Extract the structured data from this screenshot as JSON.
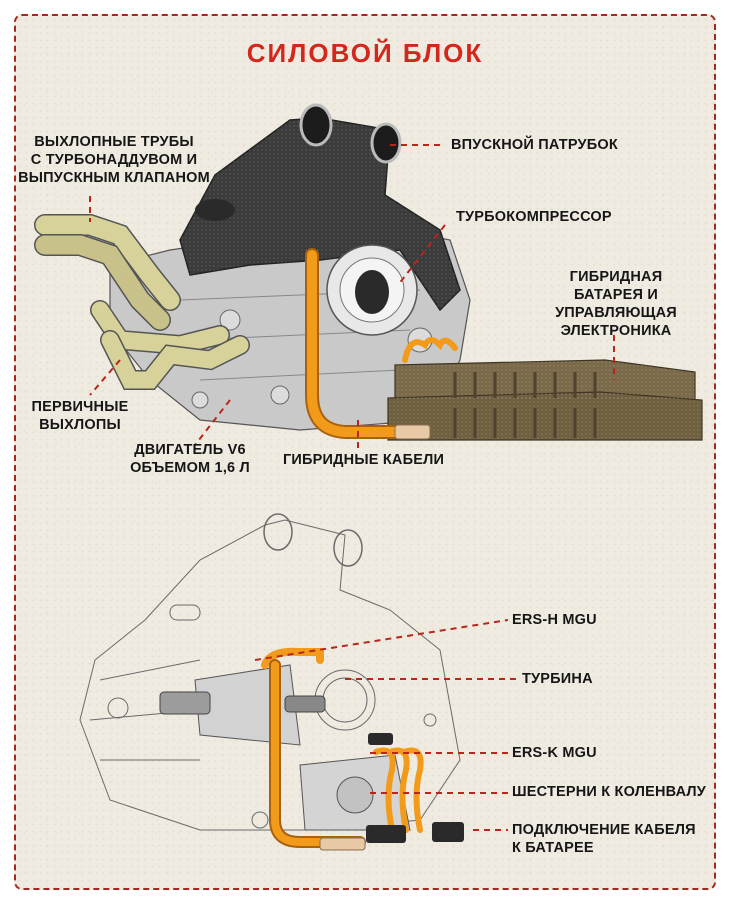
{
  "title": "СИЛОВОЙ БЛОК",
  "colors": {
    "accent": "#d3261c",
    "leader_line": "#b8261c",
    "background": "#efebe1",
    "cable": "#f29a1a",
    "exhaust": "#d7d29a",
    "battery": "#7a6a4a",
    "intake": "#3a3a3a"
  },
  "top_diagram": {
    "labels": {
      "exhaust_turbo": [
        "ВЫХЛОПНЫЕ ТРУБЫ",
        "С ТУРБОНАДДУВОМ И",
        "ВЫПУСКНЫМ КЛАПАНОМ"
      ],
      "intake": "ВПУСКНОЙ ПАТРУБОК",
      "turbocharger": "ТУРБОКОМПРЕССОР",
      "battery": [
        "ГИБРИДНАЯ",
        "БАТАРЕЯ И",
        "УПРАВЛЯЮЩАЯ",
        "ЭЛЕКТРОНИКА"
      ],
      "primary_exhaust": [
        "ПЕРВИЧНЫЕ",
        "ВЫХЛОПЫ"
      ],
      "engine": [
        "ДВИГАТЕЛЬ V6",
        "ОБЪЕМОМ 1,6 Л"
      ],
      "hybrid_cables": "ГИБРИДНЫЕ КАБЕЛИ"
    }
  },
  "bottom_diagram": {
    "labels": {
      "ers_h": "ERS-H MGU",
      "turbine": "ТУРБИНА",
      "ers_k": "ERS-K MGU",
      "gears": "ШЕСТЕРНИ К КОЛЕНВАЛУ",
      "battery_connection": [
        "ПОДКЛЮЧЕНИЕ КАБЕЛЯ",
        "К БАТАРЕЕ"
      ]
    }
  }
}
